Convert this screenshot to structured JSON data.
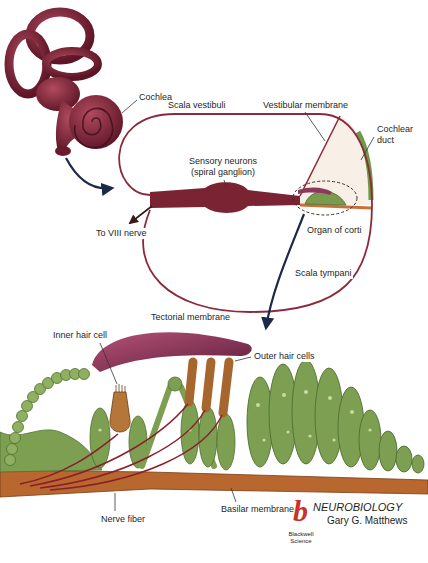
{
  "diagram": {
    "labels": [
      "Cochlea",
      "Scala vestibuli",
      "Vestibular membrane",
      "Cochlear duct",
      "Sensory neurons (spiral ganglion)",
      "To VIII nerve",
      "Organ of corti",
      "Scala tympani",
      "Tectorial membrane",
      "Inner hair cell",
      "Outer hair cells",
      "Nerve fiber",
      "Basilar membrane",
      "b",
      "NEUROBIOLOGY",
      "Gary G. Matthews",
      "Blackwell Science"
    ]
  }
}
